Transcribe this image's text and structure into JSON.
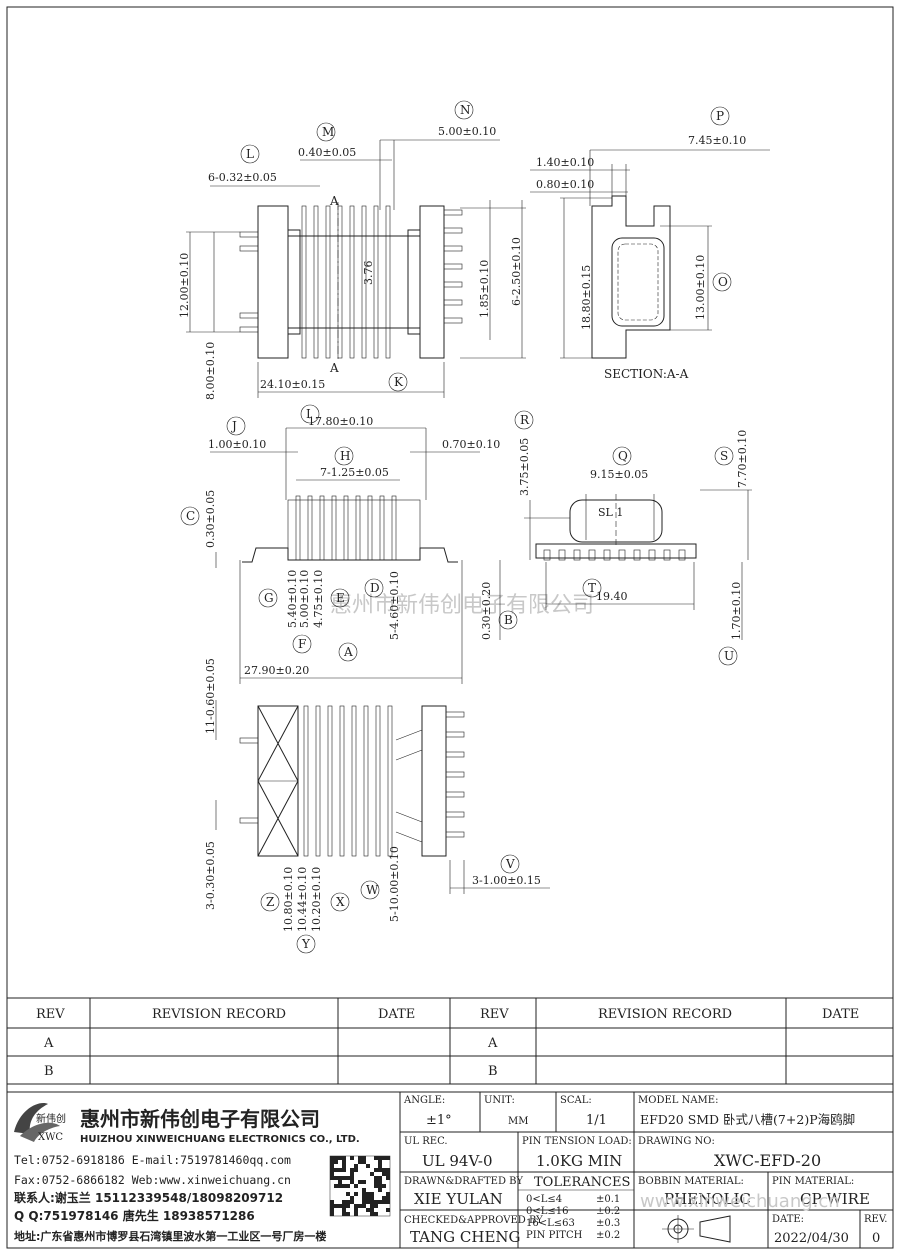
{
  "drawing": {
    "section_label": "SECTION:A-A",
    "section_marks": [
      "A",
      "A"
    ],
    "sl_text": "SL 1",
    "watermark": "惠州市新伟创电子有限公司",
    "watermark_url": "www.xinweichuang.cn",
    "balloons": [
      "A",
      "B",
      "C",
      "D",
      "E",
      "F",
      "G",
      "H",
      "I",
      "J",
      "K",
      "L",
      "M",
      "N",
      "O",
      "P",
      "Q",
      "R",
      "S",
      "T",
      "U",
      "V",
      "W",
      "X",
      "Y",
      "Z"
    ],
    "dims": {
      "L": "6-0.32±0.05",
      "M": "0.40±0.05",
      "N": "5.00±0.10",
      "P": "7.45±0.10",
      "p140": "1.40±0.10",
      "p080": "0.80±0.10",
      "d1200": "12.00±0.10",
      "d800": "8.00±0.10",
      "d376": "3.76",
      "d185": "1.85±0.10",
      "d250": "6-2.50±0.10",
      "d1880": "18.80±0.15",
      "d1300": "13.00±0.10",
      "K": "24.10±0.15",
      "I": "17.80±0.10",
      "J": "1.00±0.10",
      "d070": "0.70±0.10",
      "H": "7-1.25±0.05",
      "C": "0.30±0.05",
      "G": "5.40±0.10",
      "F": "5.00±0.10",
      "E": "4.75±0.10",
      "D": "5-4.60±0.10",
      "B": "0.30±0.20",
      "A": "27.90±0.20",
      "R": "3.75±0.05",
      "Q": "9.15±0.05",
      "S": "7.70±0.10",
      "T": "19.40",
      "U": "1.70±0.10",
      "d1106": "11-0.60±0.05",
      "d330": "3-0.30±0.05",
      "V": "3-1.00±0.15",
      "Z": "10.80±0.10",
      "Y": "10.44±0.10",
      "X": "10.20±0.10",
      "W": "5-10.00±0.10"
    }
  },
  "revision": {
    "headers": [
      "REV",
      "REVISION RECORD",
      "DATE",
      "REV",
      "REVISION RECORD",
      "DATE"
    ],
    "rows_left": [
      "A",
      "B"
    ],
    "rows_right": [
      "A",
      "B"
    ]
  },
  "company": {
    "logo_cn": "新伟创",
    "logo_en": "XWC",
    "name_cn": "惠州市新伟创电子有限公司",
    "name_en": "HUIZHOU XINWEICHUANG ELECTRONICS CO., LTD.",
    "tel_line": "Tel:0752-6918186 E-mail:7519781460qq.com",
    "fax_line": "Fax:0752-6866182 Web:www.xinweichuang.cn",
    "contact_line": "联系人:谢玉兰 15112339548/18098209712",
    "qq_line": "Q Q:751978146   唐先生 18938571286",
    "address_line": "地址:广东省惠州市博罗县石湾镇里波水第一工业区一号厂房一楼"
  },
  "title_block": {
    "angle_label": "ANGLE:",
    "angle_value": "±1°",
    "unit_label": "UNIT:",
    "unit_value": "MM",
    "scale_label": "SCAL:",
    "scale_value": "1/1",
    "model_label": "MODEL NAME:",
    "model_value": "EFD20 SMD 卧式八槽(7+2)P海鸥脚",
    "ul_label": "UL REC.",
    "ul_value": "UL 94V-0",
    "pin_tension_label": "PIN TENSION LOAD:",
    "pin_tension_value": "1.0KG MIN",
    "drawing_no_label": "DRAWING NO:",
    "drawing_no_value": "XWC-EFD-20",
    "drawn_label": "DRAWN&DRAFTED BY",
    "drawn_value": "XIE YULAN",
    "tolerances_label": "TOLERANCES",
    "tol_rows": [
      "0<L≤4",
      "0<L≤16",
      "16<L≤63",
      "PIN PITCH"
    ],
    "tol_vals": [
      "±0.1",
      "±0.2",
      "±0.3",
      "±0.2"
    ],
    "bobbin_label": "BOBBIN MATERIAL:",
    "bobbin_value": "PHENOLIC",
    "pin_mat_label": "PIN MATERIAL:",
    "pin_mat_value": "CP WIRE",
    "checked_label": "CHECKED&APPROVED BY",
    "checked_value": "TANG CHENG",
    "date_label": "DATE:",
    "date_value": "2022/04/30",
    "rev_label": "REV.",
    "rev_value": "0"
  }
}
